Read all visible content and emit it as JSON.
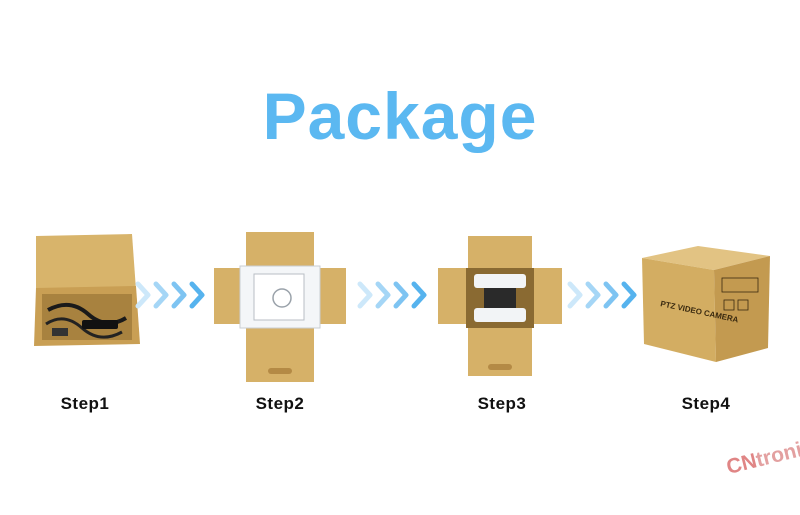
{
  "title": "Package",
  "steps": [
    {
      "label": "Step1"
    },
    {
      "label": "Step2"
    },
    {
      "label": "Step3"
    },
    {
      "label": "Step4"
    }
  ],
  "box_print": "PTZ VIDEO CAMERA",
  "watermark": {
    "brand_left": "CN",
    "brand_right": "tronic"
  },
  "colors": {
    "title": "#5bb8f1",
    "arrow": "#56b3ee",
    "cardboard": "#d6b168",
    "cardboard_dark": "#b48a45",
    "foam": "#f4f6f8",
    "watermark": "#e3a0a0"
  },
  "icons": [
    "chevron-right-icon",
    "box-icon",
    "camera-icon"
  ]
}
